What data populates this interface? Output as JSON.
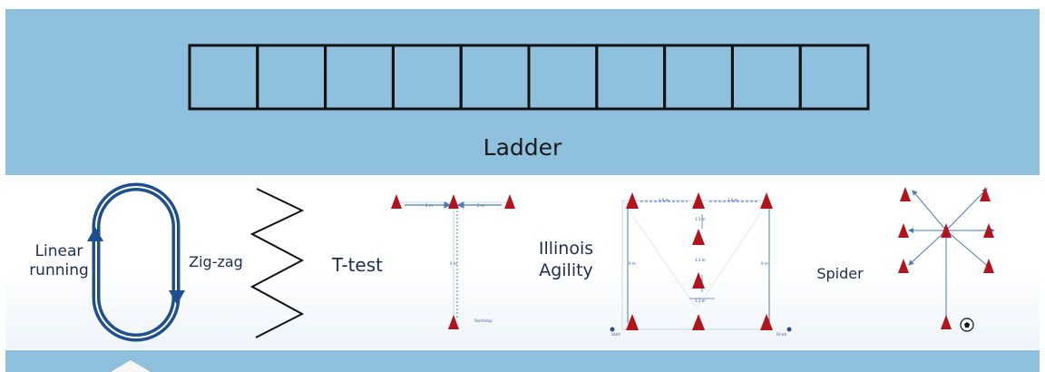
{
  "ladder": {
    "label": "Ladder",
    "squares": 10
  },
  "drills": [
    {
      "id": "linear",
      "label_lines": [
        "Linear",
        "running"
      ]
    },
    {
      "id": "zigzag",
      "label": "Zig-zag"
    },
    {
      "id": "ttest",
      "label": "T-test",
      "marks": {
        "width_left": "5 m",
        "width_right": "5 m",
        "length": "9 m",
        "start": "Start/stop"
      }
    },
    {
      "id": "illinois",
      "label_lines": [
        "Illinois",
        "Agility"
      ],
      "marks": {
        "top_left": "1.6 m",
        "top_right": "1.6 m",
        "side_left": "9 m",
        "side_right": "9 m",
        "cone_gap_a": "3.3 m",
        "cone_gap_b": "3.3 m",
        "cone_gap_c": "3.3 m",
        "start": "Start",
        "finish": "Finish"
      }
    },
    {
      "id": "spider",
      "label": "Spider"
    }
  ],
  "colors": {
    "top_band": "#8fc0de",
    "cone": "#b0141c",
    "track": "#1f4f8f",
    "label_text": "#1f2d54"
  }
}
